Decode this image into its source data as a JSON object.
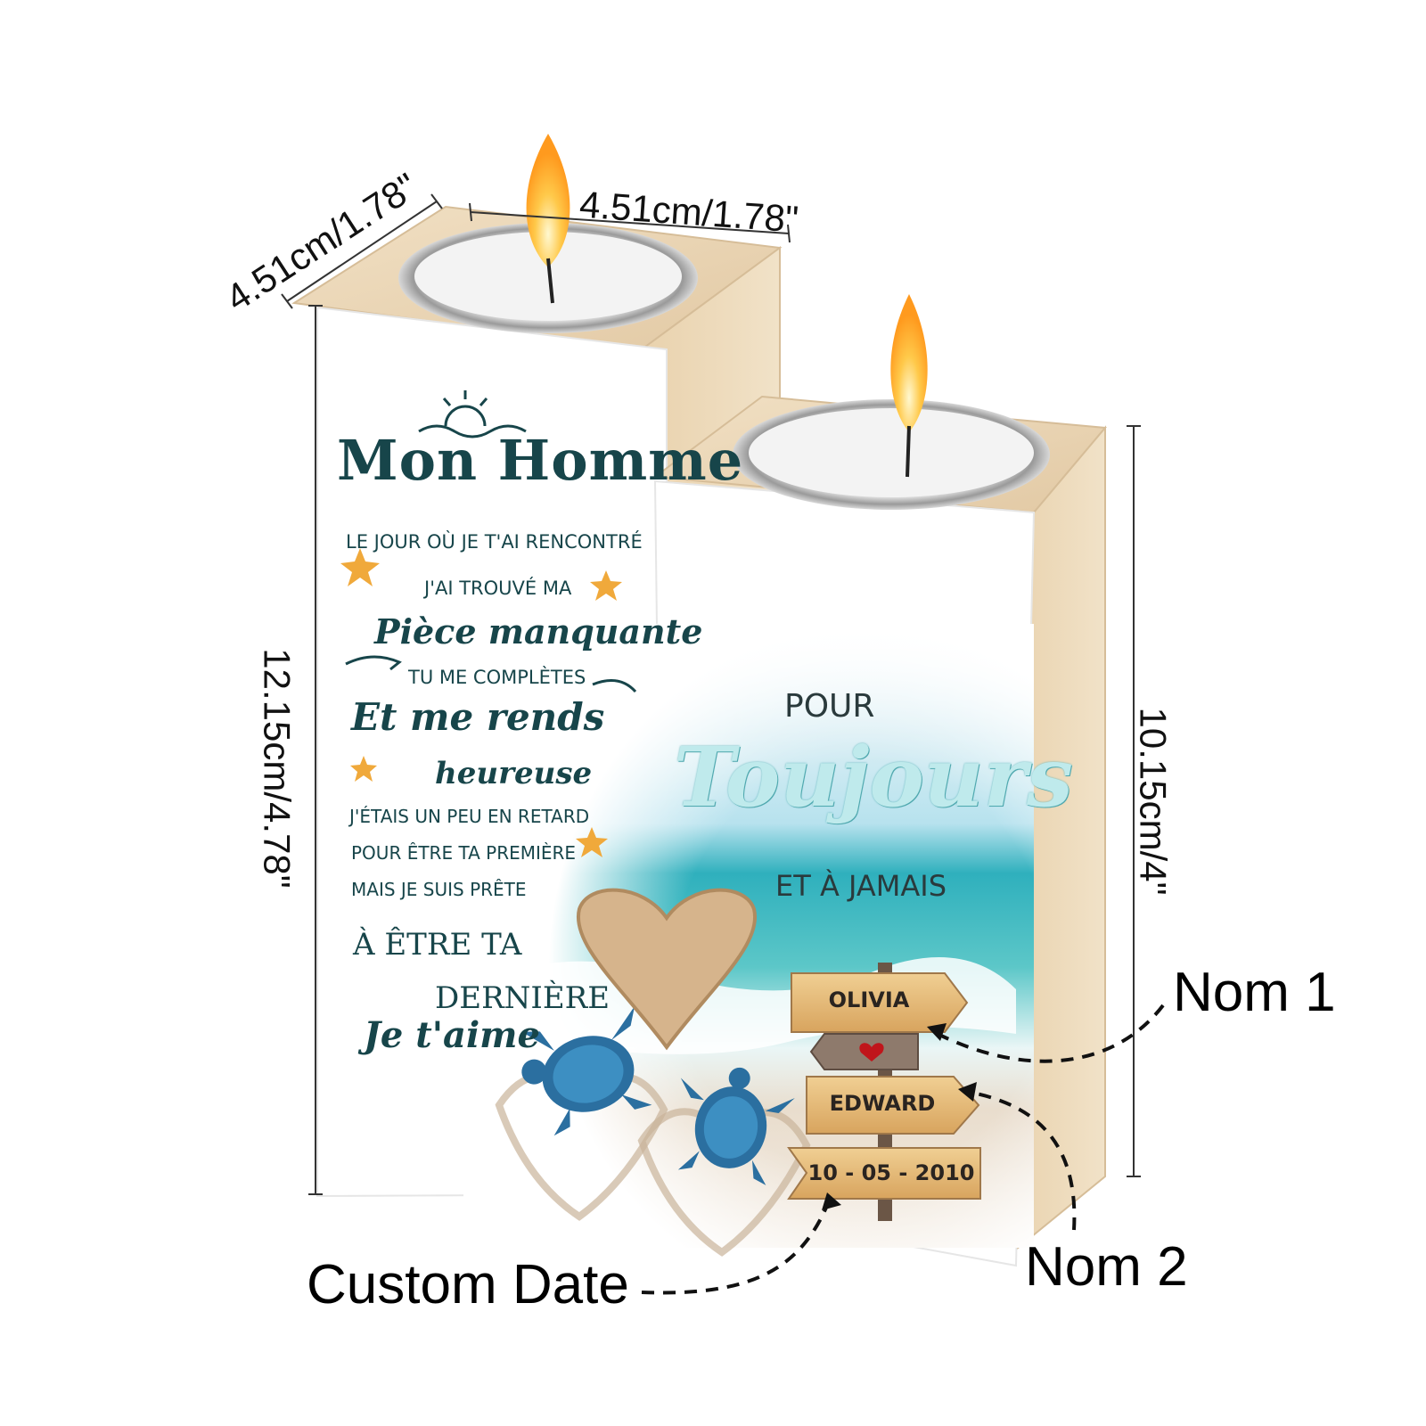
{
  "dimensions": {
    "top_left_width": "4.51cm/1.78\"",
    "top_depth": "4.51cm/1.78\"",
    "left_height": "12.15cm/4.78\"",
    "right_height": "10.15cm/4\""
  },
  "left_block": {
    "title": "Mon Homme",
    "lines": [
      "LE JOUR OÙ JE T'AI RENCONTRÉ",
      "J'AI TROUVÉ MA",
      "Pièce manquante",
      "TU ME COMPLÈTES",
      "Et me rends",
      "heureuse",
      "J'ÉTAIS UN PEU EN RETARD",
      "POUR ÊTRE TA PREMIÈRE",
      "MAIS JE SUIS PRÊTE",
      "À ÊTRE TA",
      "DERNIÈRE",
      "Je t'aime"
    ]
  },
  "right_block": {
    "pour": "POUR",
    "toujours": "Toujours",
    "jamais": "ET À JAMAIS"
  },
  "signpost": {
    "name1": "OLIVIA",
    "name2": "EDWARD",
    "date": "10 - 05 - 2010"
  },
  "callouts": {
    "nom1": "Nom 1",
    "nom2": "Nom 2",
    "custom_date": "Custom Date"
  },
  "colors": {
    "wood": "#e8d3b3",
    "teal_text": "#17454a",
    "sea": "#3fb8c4",
    "sand": "#e9dccb"
  }
}
